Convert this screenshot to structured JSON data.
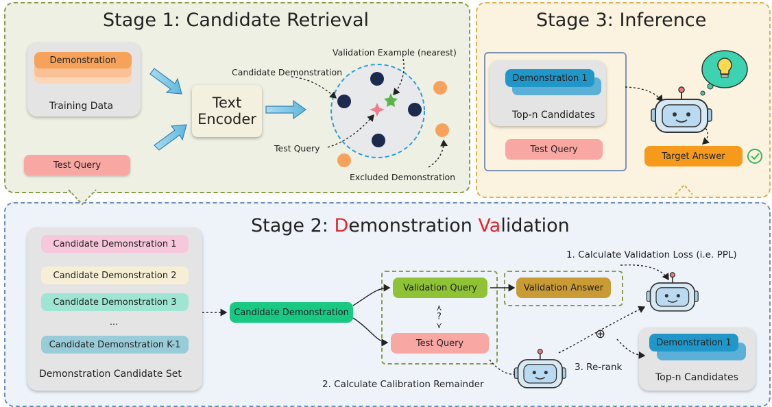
{
  "stage1": {
    "title": "Stage 1: Candidate Retrieval",
    "training_box_item": "Demonstration",
    "training_label": "Training Data",
    "test_query": "Test Query",
    "encoder_line1": "Text",
    "encoder_line2": "Encoder",
    "annot_validation": "Validation Example (nearest)",
    "annot_candidate": "Candidate Demonstration",
    "annot_test_query": "Test Query",
    "annot_excluded": "Excluded Demonstration"
  },
  "stage3": {
    "title": "Stage 3: Inference",
    "demo_label": "Demonstration 1",
    "candidates_label": "Top-n Candidates",
    "test_query": "Test Query",
    "target_answer": "Target Answer"
  },
  "stage2": {
    "title_prefix": "Stage 2: ",
    "title_d": "D",
    "title_mid": "emonstration ",
    "title_va": "Va",
    "title_suffix": "lidation",
    "candidates": [
      "Candidate Demonstration 1",
      "Candidate Demonstration 2",
      "Candidate Demonstration 3",
      "...",
      "Candidate Demonstration K-1"
    ],
    "set_label": "Demonstration Candidate Set",
    "candidate_demo": "Candidate Demonstration",
    "validation_query": "Validation Query",
    "validation_answer": "Validation Answer",
    "test_query": "Test Query",
    "relation_top": "⋏",
    "relation_mid": "?",
    "relation_bot": "⋎",
    "step1": "1. Calculate Validation Loss (i.e. PPL)",
    "step2": "2. Calculate Calibration Remainder",
    "step3": "3. Re-rank",
    "plus": "⊕",
    "demo_label": "Demonstration 1",
    "candidates_label": "Top-n Candidates"
  },
  "colors": {
    "stage1_bg": "#eef0e3",
    "stage1_border": "#8a9a4a",
    "stage2_bg": "#eef3fa",
    "stage2_border": "#6a8cc0",
    "stage3_bg": "#fbf3df",
    "stage3_border": "#d8b24a",
    "orange": "#f7a25b",
    "pink_query": "#f8a7a3",
    "green_accent": "#16c97e",
    "blue_demo": "#2196c8",
    "navy_dot": "#1c2a4e",
    "target_orange": "#f59a1b"
  },
  "icons": [
    "arrow-icon",
    "robot-icon",
    "lightbulb-icon",
    "check-circle-icon",
    "star-icon"
  ]
}
